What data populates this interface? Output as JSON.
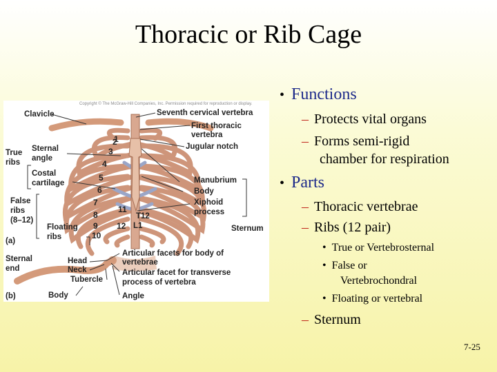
{
  "title": "Thoracic or Rib Cage",
  "bullets": {
    "functions": {
      "label": "Functions",
      "items": [
        "Protects vital organs",
        "Forms semi-rigid",
        "chamber for respiration"
      ]
    },
    "parts": {
      "label": "Parts",
      "items": [
        "Thoracic vertebrae",
        "Ribs (12 pair)"
      ],
      "sub_items": [
        "True or Vertebrosternal",
        "False or",
        "Vertebrochondral",
        "Floating or vertebral"
      ],
      "last": "Sternum"
    }
  },
  "page_number": "7-25",
  "figure": {
    "copyright": "Copyright © The McGraw-Hill Companies, Inc. Permission required for reproduction or display.",
    "labels": {
      "clavicle": "Clavicle",
      "seventh_cervical": "Seventh cervical vertebra",
      "first_thoracic": "First thoracic",
      "first_thoracic_2": "vertebra",
      "jugular_notch": "Jugular notch",
      "true_ribs": "True",
      "true_ribs_2": "ribs",
      "sternal_angle": "Sternal",
      "sternal_angle_2": "angle",
      "costal_cartilage": "Costal",
      "costal_cartilage_2": "cartilage",
      "manubrium": "Manubrium",
      "body": "Body",
      "xiphoid": "Xiphoid",
      "xiphoid_2": "process",
      "false_ribs": "False",
      "false_ribs_2": "ribs",
      "false_ribs_3": "(8–12)",
      "floating_ribs": "Floating",
      "floating_ribs_2": "ribs",
      "sternum": "Sternum",
      "panel_a": "(a)",
      "panel_b": "(b)",
      "t12": "T12",
      "l1": "L1",
      "sternal_end": "Sternal",
      "sternal_end_2": "end",
      "head": "Head",
      "neck": "Neck",
      "tubercle": "Tubercle",
      "body_b": "Body",
      "artic_facets_body": "Articular facets for body of",
      "artic_facets_body_2": "vertebrae",
      "artic_facet_transverse": "Articular facet for transverse",
      "artic_facet_transverse_2": "process of vertebra",
      "angle": "Angle"
    },
    "rib_numbers": [
      "1",
      "2",
      "3",
      "4",
      "5",
      "6",
      "7",
      "8",
      "9",
      "10",
      "11",
      "12"
    ]
  }
}
